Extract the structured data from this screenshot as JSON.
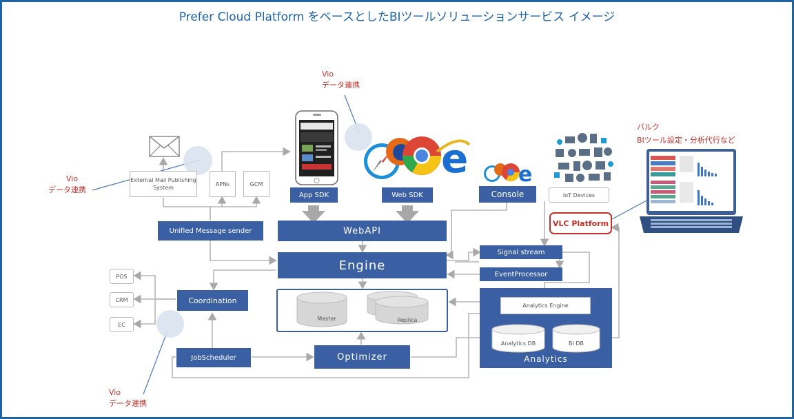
{
  "title": "Prefer Cloud Platform をベースとしたBIツールソリューションサービス イメージ",
  "vio_label_1": "Vio",
  "vio_label_2": "データ連携",
  "barque_line1": "バルク",
  "barque_line2": "BIツール設定・分析代行など",
  "nodes": {
    "external_mail": "External Mail Publishing System",
    "apns": "APNs",
    "gcm": "GCM",
    "app_sdk": "App SDK",
    "web_sdk": "Web SDK",
    "console": "Console",
    "iot_devices": "IoT Devices",
    "vlc_platform": "VLC Platform",
    "unified_message_sender": "Unified Message sender",
    "webapi": "WebAPI",
    "signal_stream": "Signal stream",
    "engine": "Engine",
    "event_processor": "EventProcessor",
    "pos": "POS",
    "crm": "CRM",
    "ec": "EC",
    "coordination": "Coordination",
    "master": "Master",
    "replica": "Replica",
    "analytics_engine": "Analytics Engine",
    "analytics_db": "Analytics DB",
    "bi_db": "BI DB",
    "analytics": "Analytics",
    "job_scheduler": "JobScheduler",
    "optimizer": "Optimizer"
  },
  "colors": {
    "frame": "#1f64a6",
    "box": "#3a5fa3",
    "annotation": "#c0312b"
  }
}
